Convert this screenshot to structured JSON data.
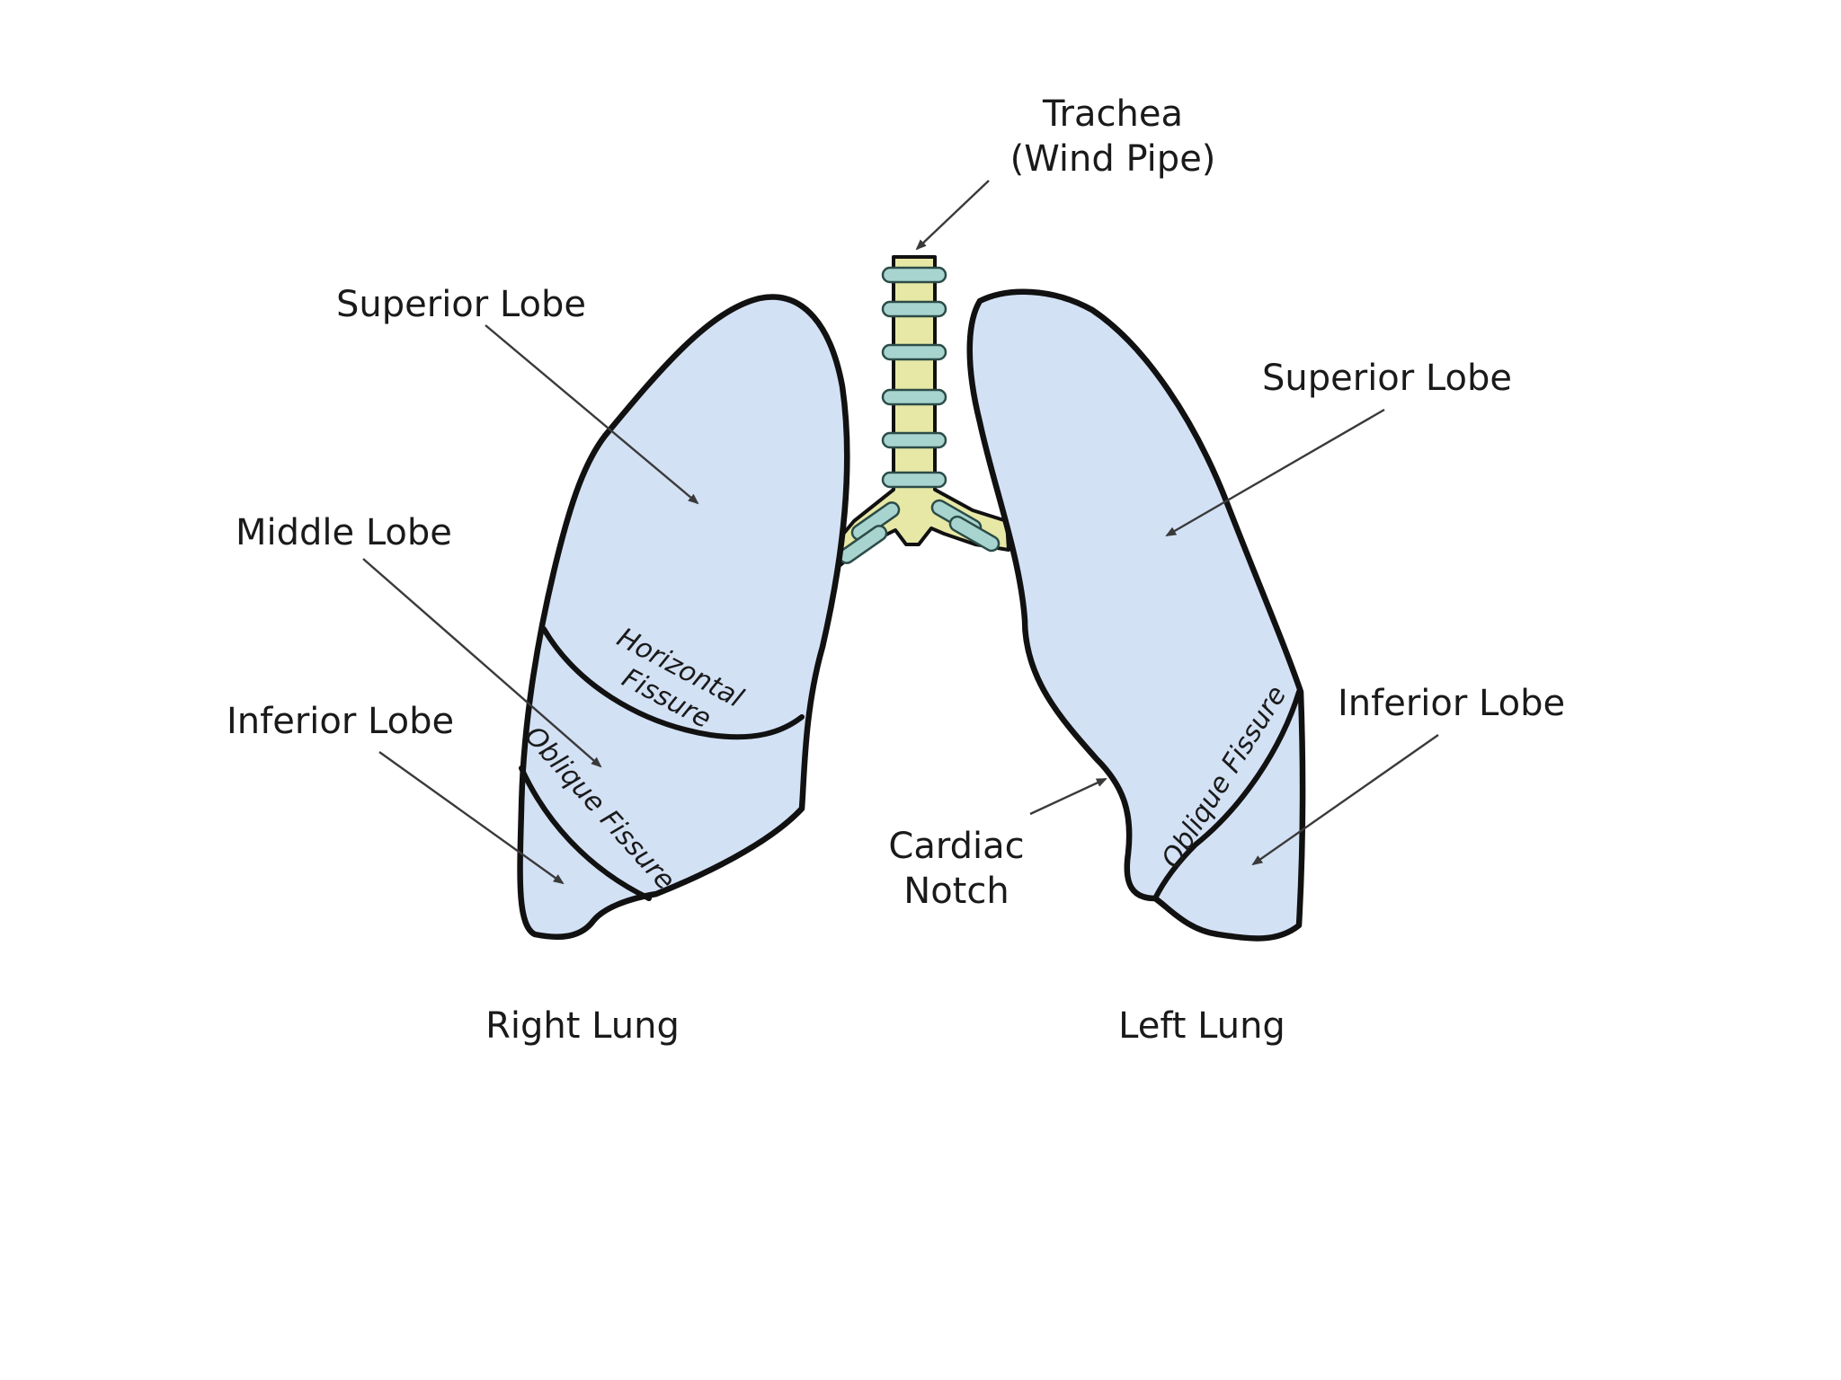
{
  "colors": {
    "lung_fill": "#d3e1f5",
    "lung_outline": "#111111",
    "trachea_fill": "#e7e8a6",
    "trachea_rings": "#a8d4d0",
    "label_text": "#1a1a1a"
  },
  "labels": {
    "trachea_line1": "Trachea",
    "trachea_line2": "(Wind Pipe)",
    "right_superior_lobe": "Superior Lobe",
    "right_middle_lobe": "Middle Lobe",
    "right_inferior_lobe": "Inferior Lobe",
    "left_superior_lobe": "Superior Lobe",
    "left_inferior_lobe": "Inferior Lobe",
    "cardiac_notch_line1": "Cardiac",
    "cardiac_notch_line2": "Notch",
    "right_lung": "Right Lung",
    "left_lung": "Left Lung"
  },
  "fissures": {
    "horizontal_line1": "Horizontal",
    "horizontal_line2": "Fissure",
    "right_oblique": "Oblique Fissure",
    "left_oblique": "Oblique Fissure"
  }
}
